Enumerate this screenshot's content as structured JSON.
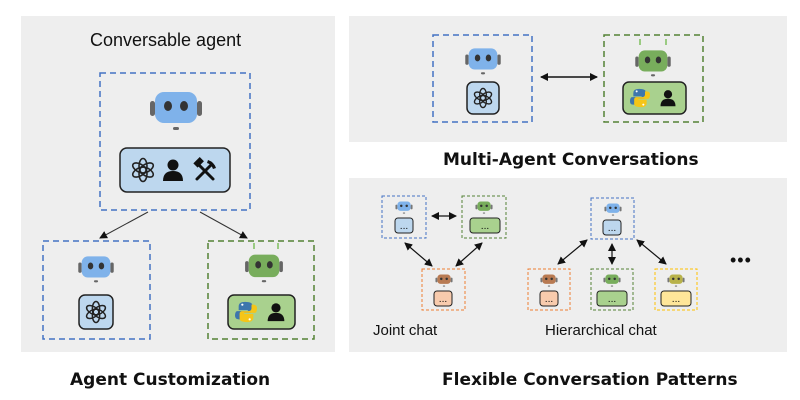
{
  "left_panel": {
    "title": "Conversable agent",
    "caption": "Agent Customization"
  },
  "top_right_panel": {
    "caption": "Multi-Agent Conversations"
  },
  "bottom_right_panel": {
    "joint_label": "Joint chat",
    "hierarchical_label": "Hierarchical chat",
    "more": "•••",
    "caption": "Flexible Conversation Patterns",
    "slot_text": "..."
  },
  "colors": {
    "panel_bg": "#eeeeee",
    "blue": "#4472c4",
    "green": "#548235",
    "orange": "#ed7d31",
    "yellow": "#ffc000",
    "robot_blue": "#7fb2ea",
    "robot_green": "#78ad5c",
    "robot_brown": "#b87a52",
    "robot_olive": "#b8b24a",
    "capsule_blue": "#bdd7ee",
    "capsule_green": "#a9d18e",
    "capsule_orange": "#f8cbad",
    "capsule_yellow": "#ffe699"
  },
  "icons": [
    "robot-icon",
    "openai-logo-icon",
    "person-icon",
    "tools-icon",
    "python-logo-icon",
    "bidirectional-arrow-icon"
  ]
}
